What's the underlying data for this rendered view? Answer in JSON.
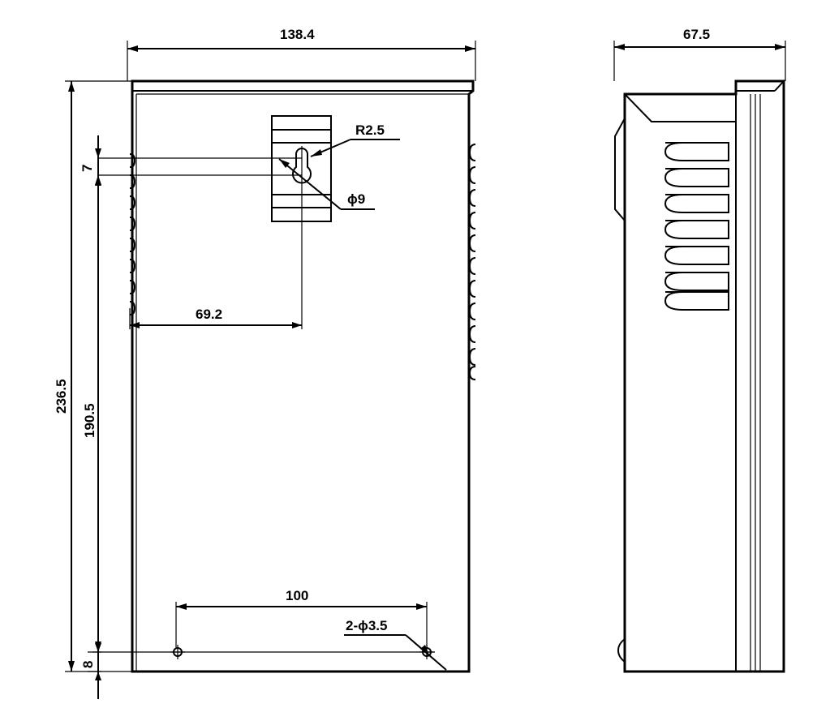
{
  "colors": {
    "line": "#000000",
    "background": "#ffffff"
  },
  "front_view": {
    "overall_width": "138.4",
    "overall_height": "236.5",
    "hole_span_height": "190.5",
    "keyhole_offset": "7",
    "keyhole_center_x": "69.2",
    "keyhole_radius": "R2.5",
    "keyhole_diameter": "ϕ9",
    "bottom_hole_spacing": "100",
    "bottom_hole_callout": "2-ϕ3.5",
    "bottom_offset": "8"
  },
  "side_view": {
    "overall_depth": "67.5"
  }
}
